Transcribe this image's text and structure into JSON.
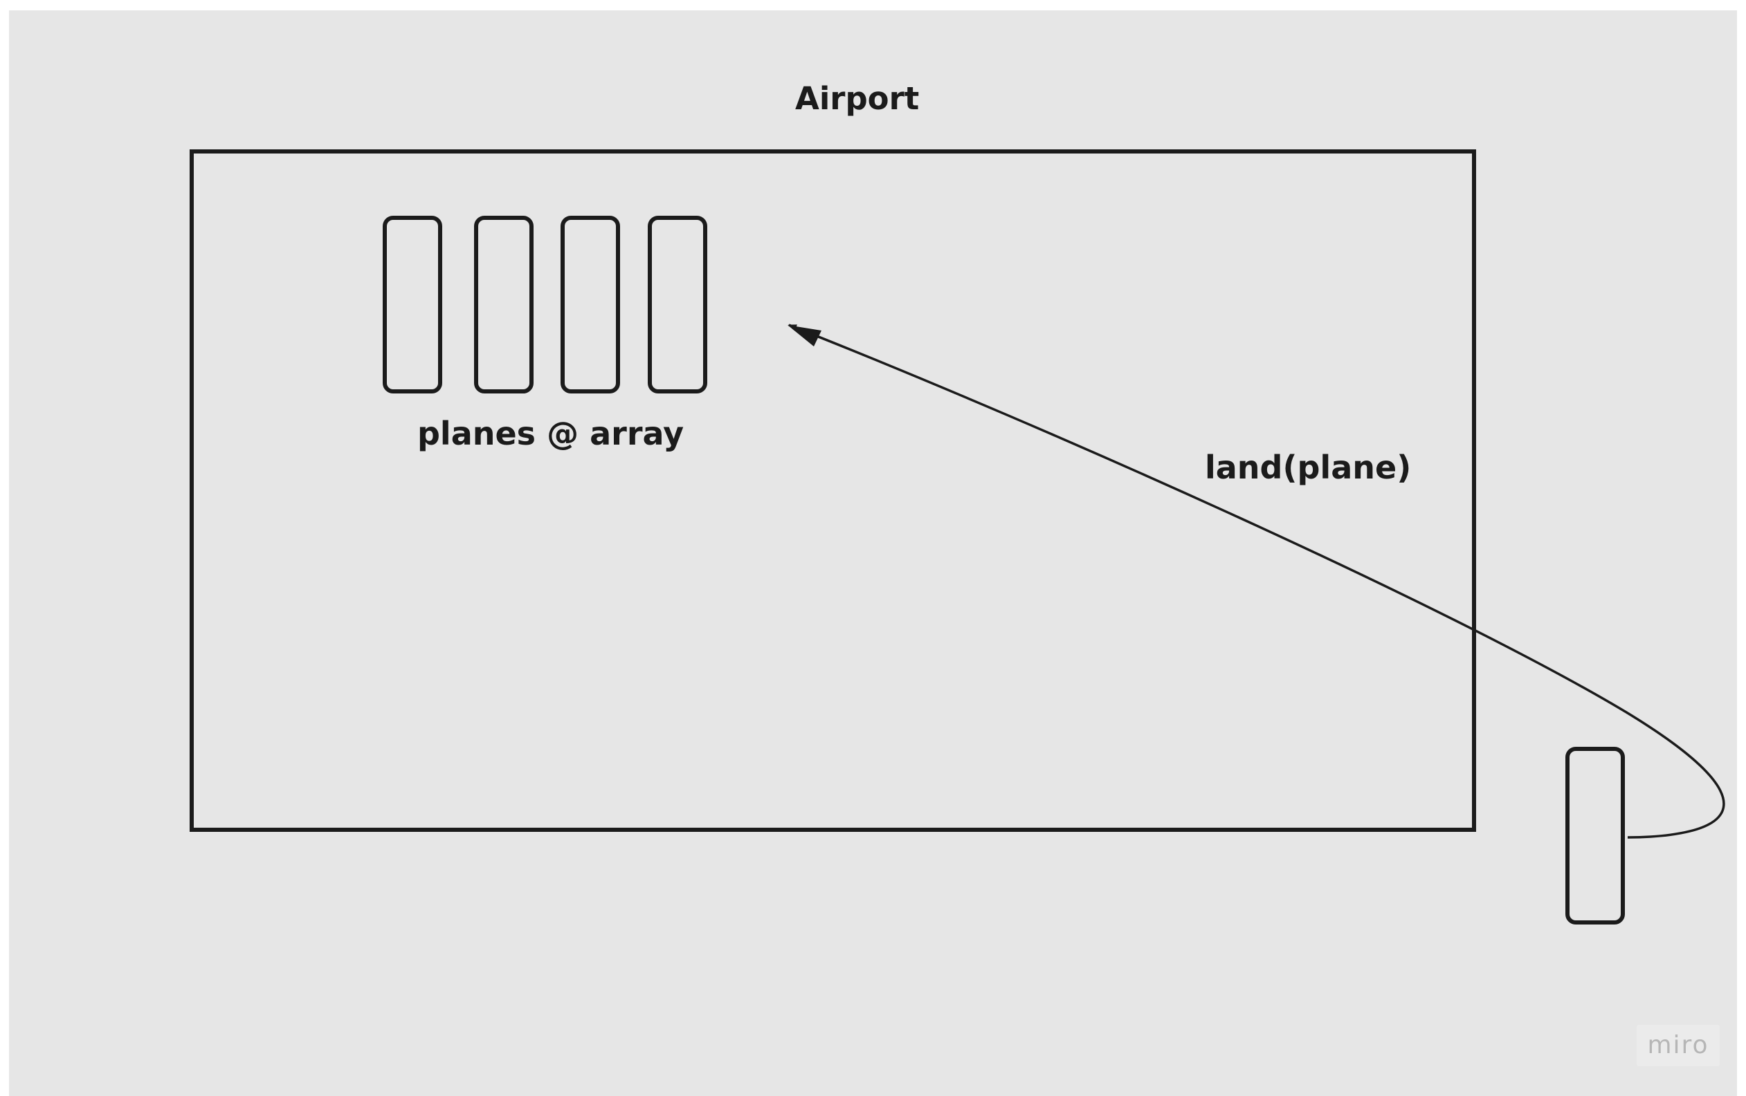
{
  "diagram": {
    "title": "Airport",
    "array_label": "planes @ array",
    "arrow_label": "land(plane)"
  },
  "watermark": {
    "text": "miro"
  },
  "colors": {
    "background": "#e6e6e6",
    "stroke": "#1b1b1b",
    "watermark_text": "#b6b6b6"
  }
}
